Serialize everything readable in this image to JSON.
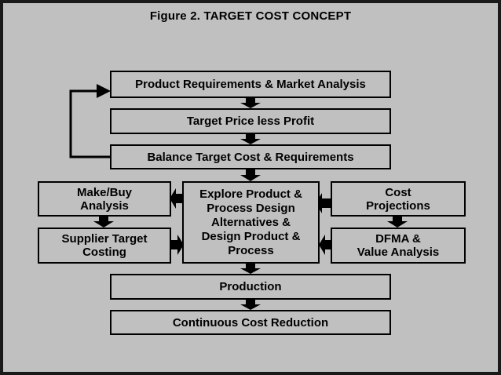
{
  "figure_title": "Figure 2.  TARGET COST CONCEPT",
  "boxes": {
    "requirements": "Product Requirements & Market Analysis",
    "target_price": "Target Price less Profit",
    "balance": "Balance Target Cost & Requirements",
    "make_buy": "Make/Buy\nAnalysis",
    "supplier": "Supplier Target\nCosting",
    "explore": "Explore Product &\nProcess Design\nAlternatives &\nDesign Product &\nProcess",
    "cost_projections": "Cost\nProjections",
    "dfma": "DFMA &\nValue Analysis",
    "production": "Production",
    "continuous": "Continuous Cost Reduction"
  },
  "colors": {
    "background": "#c0c0c0",
    "ink": "#000000",
    "frame": "#1a1a1a"
  }
}
